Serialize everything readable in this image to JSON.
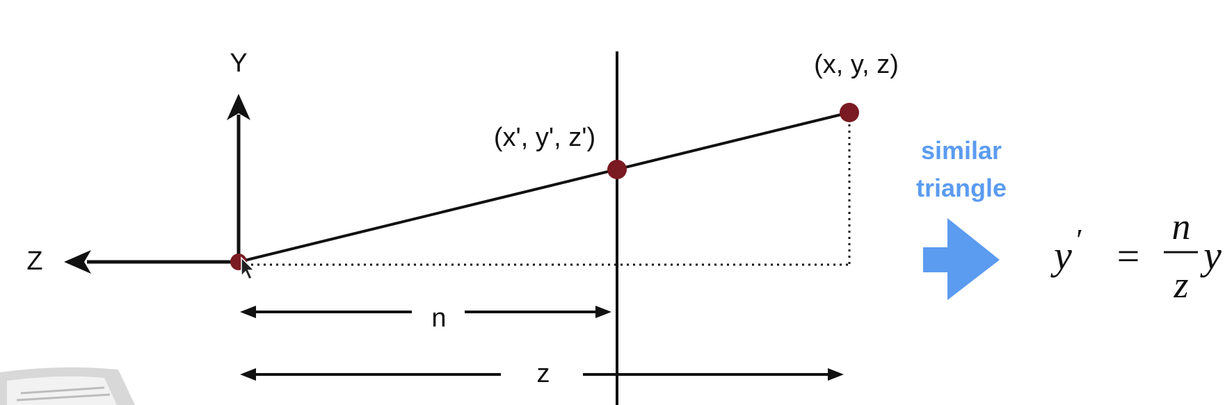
{
  "labels": {
    "y_axis": "Y",
    "z_axis": "Z",
    "far_point": "(x, y, z)",
    "near_point": "(x', y', z')",
    "n_distance": "n",
    "z_distance": "z"
  },
  "hint": {
    "line1": "similar",
    "line2": "triangle"
  },
  "formula": {
    "lhs": "y",
    "prime": "′",
    "equals": "=",
    "numerator": "n",
    "denominator": "z",
    "rhs": "y"
  },
  "colors": {
    "point": "#7a1a22",
    "hint": "#5b9bf0",
    "line": "#111111"
  }
}
